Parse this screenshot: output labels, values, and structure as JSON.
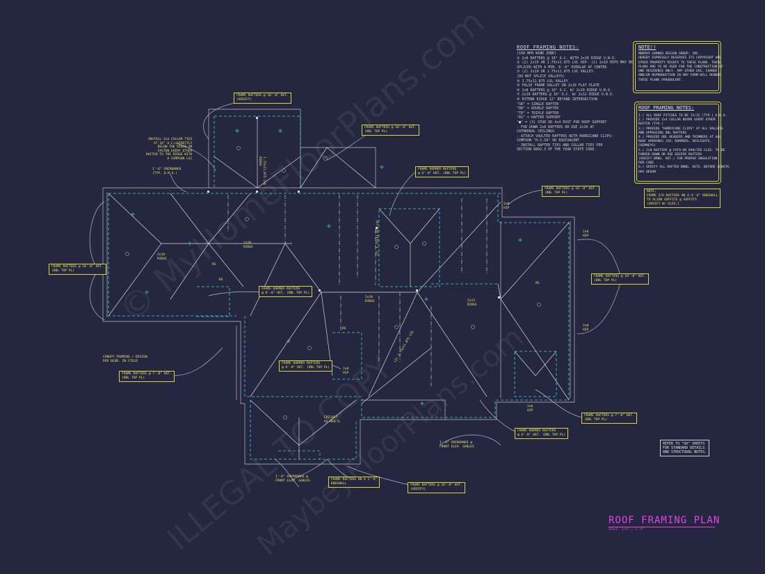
{
  "title": "ROOF FRAMING PLAN",
  "scale": "SCALE: 1/4\" = 1'-0\"",
  "watermarks": [
    "© MyHomeFloorPlans.com",
    "ILLEGAL TO COPY",
    "MaybeyFloorPlans.com"
  ],
  "roof_notes_top": {
    "title": "ROOF FRAMING NOTES:",
    "items": [
      "(100 MPH WIND ZONE)",
      "① 2x8 RAFTERS @ 16\" O.C. WITH 2x10 RIDGE U.N.O.",
      "② (2) 2x10 OR 1.75x11.875 LVL HIP. (2) 2x10 HIPS MAY BE",
      "   SPLICED WITH A MIN. 6'-0\" OVERLAP AT CENTER",
      "③ (2) 2x10 OR 1.75x11.875 LVL VALLEY.",
      "   (DO NOT SPLICE VALLEYS)",
      "④ 1.75x11.875 LVL VALLEY",
      "⑤ FALSE FRAME VALLEY ON 2x10 FLAT PLATE",
      "⑥ 2x8 RAFTERS @ 16\" O.C. W/ 2x10 RIDGE U.N.O.",
      "⑦ 2x10 RAFTERS @ 16\" O.C. W/ 2x12 RIDGE U.N.O.",
      "⑧ EXTEND RIDGE 12\" BEYOND INTERSECTION",
      "   \"SR\" = SINGLE RAFTER",
      "   \"DR\" = DOUBLE RAFTER",
      "   \"TR\" = TRIPLE RAFTER",
      "   \"RS\" = RAFTER SUPPORT",
      "   \"■\" = (3) STUD OR 4x4 POST FOR ROOF SUPPORT",
      "- FUR DOWN 2x8 RAFTERS OR USE 2x10 AT",
      "  CATHEDRAL CEILINGS",
      "- ATTACH VAULTED RAFTERS WITH HURRICANE CLIPS:",
      "  SIMPSON \"H-2.5A\" OR EQUIVALENT",
      "- INSTALL RAFTER TIES AND COLLAR TIES PER",
      "  SECTION R802.3 OF THE YEAR STATE CODE."
    ]
  },
  "note_box": {
    "title": "NOTE!!",
    "text": "MURPHY GARNOU DESIGN GROUP, INC.\nHEREBY EXPRESSLY RESERVES ITS COPYRIGHT AND\nOTHER PROPERTY RIGHTS TO THESE PLANS. THESE\nPLANS ARE TO BE USED FOR THE CONSTRUCTION OF\nONE RESIDENCE ONLY. ANY OTHER USE, CHANGE\nAND/OR REPRODUCTION IN ANY FORM WILL RENDER\nTHESE PLANS FRAUDULENT."
  },
  "roof_notes_box": {
    "title": "ROOF FRAMING NOTES:",
    "items": [
      "1.) ALL ROOF PITCHES TO BE 12/12 (TYP.) U.N.O.",
      "2.) PROVIDE 2x4 COLLAR BEAMS EVERY OTHER",
      "    RAFTER (TYP.)",
      "3.) PROVIDE \"HURRICANE CLIPS\" AT ALL VALLEYS",
      "    AND OPPOSSING DBL RAFTERS",
      "4.) PROVIDE DBL HEADERS AND TRIMMERS AT ALL",
      "    ROOF OPENINGS (EX: DORMERS, SKYLIGHTS,",
      "    CHIMNEYS)",
      "5.) 2x8 RAFTERS @ CATH.OR VAULTED CLGS. TO BE",
      "    FURRED DOWN OR USE DEEPER RAFTERS",
      "    (VERIFY BRNG. HGT.) FOR PROPER INSULATION",
      "    PER CODE",
      "6.) VERIFY ALL RAFTER BRNG. HGTS. BEFORE CONSTR.",
      "    HAS BEGUN"
    ]
  },
  "kneewall_note": "NOTE:\nFRAME 2/D RAFTERS ON A 4'-6\" KNEEWALL\nTO ALIGN SOFFITS @ SOFFITS\n(VERIFY W/ ELEV.)",
  "refer_note": "REFER TO \"SD\" SHEETS\nFOR STANDARD DETAILS\nAND STRUCTURAL NOTES.",
  "callouts": [
    {
      "id": "c1",
      "text": "FRAME RAFTERS @ 10'-0\" HGT.\n(VERIFY)"
    },
    {
      "id": "c2",
      "text": "FRAME RAFTERS @ 10'-0\" HGT.\n(DBL TOP PL)"
    },
    {
      "id": "c3",
      "text": "FRAME DORMER RAFTERS\n@ 6'-0\" HGT. (DBL TOP PL)"
    },
    {
      "id": "c4",
      "text": "FRAME RAFTERS @ 10'-0\" HGT.\n(DBL TOP PL)"
    },
    {
      "id": "c5",
      "text": "FRAME RAFTERS @ 10'-0\" HGT.\n(DBL TOP PL)"
    },
    {
      "id": "c6",
      "text": "FRAME RAFTERS @ 10'-0\" HGT.\n(DBL TOP PL)"
    },
    {
      "id": "c7",
      "text": "FRAME DORMER RAFTERS\n@ 6'-0\" HGT. (DBL TOP PL)"
    },
    {
      "id": "c8",
      "text": "FRAME DORMER RAFTERS\n@ 6'-0\" HGT. (DBL TOP PL)"
    },
    {
      "id": "c9",
      "text": "FRAME RAFTERS @ 7'-0\" HGT.\n(DBL TOP PL)"
    },
    {
      "id": "c10",
      "text": "FRAME RAFTERS @ 7'-0\" HGT.\n(DBL TOP PL)"
    },
    {
      "id": "c11",
      "text": "FRAME DORMER RAFTERS\n@ 6'-0\" HGT. (DBL TOP PL)"
    },
    {
      "id": "c12",
      "text": "FRAME RAFTERS ON A 1'-6\"\nKNEEWALL"
    },
    {
      "id": "c13",
      "text": "FRAME RAFTERS @ 10'-0\" HGT.\n(VERIFY)"
    }
  ],
  "annotations": [
    {
      "id": "a1",
      "text": "INSTALL 2x4 COLLAR TIES\nAT 16\" O.C. DIRECTLY\nBELOW THE RIDGE OR\nFASTEN EVERY OTHER\nRAFTER TO THE RIDGE WITH\nA SIMPSON LSC"
    },
    {
      "id": "a2",
      "text": "1'-6\" OVERHANGS\n(TYP. U.N.O.)"
    },
    {
      "id": "a3",
      "text": "CANOPY FRAMING / DESIGN\nPER BLDR. IN FIELD"
    },
    {
      "id": "a4",
      "text": "CRICKET\nAS REQ'D."
    },
    {
      "id": "a5",
      "text": "1'-6\" OVERHANGS @\nFRONT ELEV. GABLES"
    },
    {
      "id": "a6",
      "text": "1'-6\" OVERHANGS @\nFRONT ELEV. GABLES"
    }
  ],
  "plan_labels": [
    {
      "id": "l1",
      "text": "2x10\nRIDGE"
    },
    {
      "id": "l2",
      "text": "2x10\nRIDGE"
    },
    {
      "id": "l3",
      "text": "2x10\nRIDGE"
    },
    {
      "id": "l4",
      "text": "2x12\nRIDGE"
    },
    {
      "id": "l5",
      "text": "RS"
    },
    {
      "id": "l6",
      "text": "RS"
    },
    {
      "id": "l7",
      "text": "RS"
    },
    {
      "id": "l8",
      "text": "RS"
    },
    {
      "id": "l9",
      "text": "1.75x11.875 LVL\nRIDGE"
    },
    {
      "id": "l10",
      "text": "(2) 1.75x11.875 LVL"
    },
    {
      "id": "l11",
      "text": "(2) 1.75x11.875 LVL"
    },
    {
      "id": "l12",
      "text": "2x8\nHIP"
    },
    {
      "id": "l13",
      "text": "2x8\nHIP"
    },
    {
      "id": "l14",
      "text": "2x8\nHIP"
    },
    {
      "id": "l15",
      "text": "2x8\nHIP"
    },
    {
      "id": "l16",
      "text": "2x8\nHIP"
    }
  ]
}
